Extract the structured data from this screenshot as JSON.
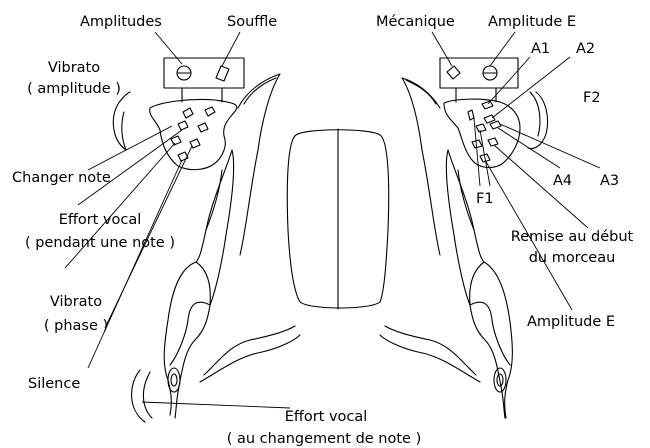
{
  "labels": {
    "amplitudes": "Amplitudes",
    "souffle": "Souffle",
    "vibrato_amplitude_1": "Vibrato",
    "vibrato_amplitude_2": "( amplitude )",
    "changer_note": "Changer note",
    "effort_vocal_note_1": "Effort vocal",
    "effort_vocal_note_2": "( pendant une note )",
    "vibrato_phase_1": "Vibrato",
    "vibrato_phase_2": "( phase )",
    "silence": "Silence",
    "effort_vocal_change_1": "Effort vocal",
    "effort_vocal_change_2": "( au changement de note )",
    "mecanique": "Mécanique",
    "amplitude_e_top": "Amplitude E",
    "a1": "A1",
    "a2": "A2",
    "f2": "F2",
    "a4": "A4",
    "a3": "A3",
    "f1": "F1",
    "remise_1": "Remise au début",
    "remise_2": "du morceau",
    "amplitude_e_bottom": "Amplitude E"
  }
}
